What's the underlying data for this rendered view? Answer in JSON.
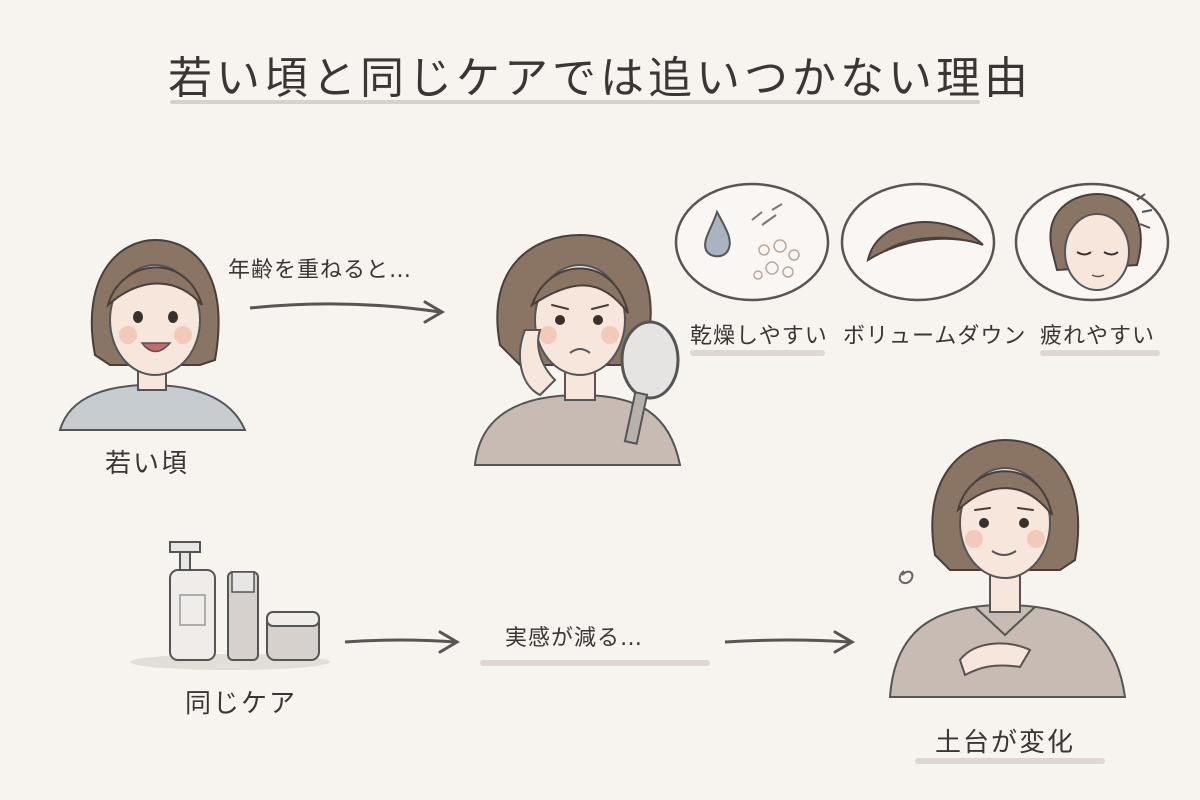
{
  "title": "若い頃と同じケアでは追いつかない理由",
  "young": {
    "caption": "若い頃"
  },
  "aging_arrow": {
    "label": "年齢を重ねると…"
  },
  "symptoms": [
    {
      "label": "乾燥しやすい",
      "icon": "dry-skin-icon"
    },
    {
      "label": "ボリュームダウン",
      "icon": "hair-volume-icon"
    },
    {
      "label": "疲れやすい",
      "icon": "tired-face-icon"
    }
  ],
  "same_care": {
    "caption": "同じケア"
  },
  "care_arrow": {
    "label": "実感が減る…"
  },
  "foundation": {
    "caption": "土台が変化"
  },
  "colors": {
    "background": "#f7f3ef",
    "hair": "#8a7565",
    "skin": "#f6e6dc",
    "cheek": "#f2c2b2",
    "sweater": "#c7bbb3"
  }
}
